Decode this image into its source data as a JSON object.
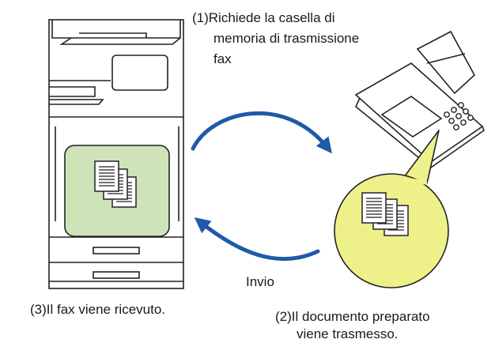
{
  "step1": {
    "number": "(1)",
    "lines": [
      "Richiede la casella di",
      "memoria di trasmissione",
      "fax"
    ]
  },
  "step2": {
    "number": "(2)",
    "lines": [
      "Il documento preparato",
      "viene trasmesso."
    ]
  },
  "step3": {
    "number": "(3)",
    "text": "Il fax viene ricevuto."
  },
  "send_label": "Invio",
  "colors": {
    "arrow": "#1f5aa8",
    "mfp_panel": "#cfe3b8",
    "fax_bubble": "#eef08a",
    "outline": "#222222"
  },
  "icons": [
    "mfp-printer-icon",
    "fax-machine-icon",
    "document-stack-icon",
    "curved-arrow-icon"
  ]
}
